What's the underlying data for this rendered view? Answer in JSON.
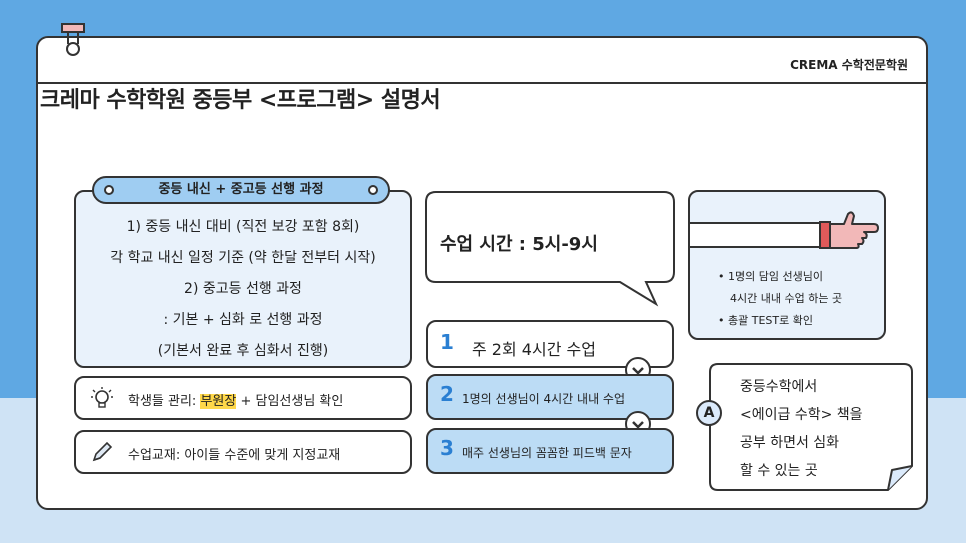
{
  "brand": "CREMA 수학전문학원",
  "title": "크레마 수학학원 중등부 <프로그램> 설명서",
  "program": {
    "pill_label": "중등 내신 + 중고등 선행 과정",
    "lines": [
      "1) 중등 내신 대비 (직전 보강 포함 8회)",
      "각 학교 내신 일정 기준 (약 한달 전부터 시작)",
      "2) 중고등 선행 과정",
      ": 기본 + 심화 로 선행 과정",
      "(기본서 완료 후 심화서 진행)"
    ]
  },
  "management": {
    "prefix": "학생들 관리: ",
    "highlight": "부원장",
    "suffix": " + 담임선생님 확인"
  },
  "textbook": "수업교재: 아이들 수준에 맞게 지정교재",
  "class_time": "수업 시간 : 5시-9시",
  "steps": [
    {
      "num": "1",
      "text": "주 2회 4시간 수업"
    },
    {
      "num": "2",
      "text": "1명의 선생님이 4시간 내내 수업"
    },
    {
      "num": "3",
      "text": "매주 선생님의 꼼꼼한 피드백 문자"
    }
  ],
  "side_notes": {
    "bullet1_line1": "1명의 담임 선생님이",
    "bullet1_line2": "4시간 내내 수업 하는 곳",
    "bullet2": "총괄 TEST로 확인"
  },
  "answer": {
    "badge": "A",
    "lines": [
      "중등수학에서",
      "<에이급 수학> 책을",
      "공부 하면서 심화",
      "할 수 있는 곳"
    ]
  },
  "colors": {
    "background_blue": "#5fa8e3",
    "light_blue": "#cfe3f5",
    "pill_blue": "#9fcdf2",
    "number_blue": "#2a7fd2",
    "highlight_yellow": "#ffd84a",
    "hand_pink": "#f2b8b8",
    "hand_red": "#e05a5a"
  },
  "icons": [
    "binder-clip-icon",
    "lightbulb-icon",
    "pencil-icon",
    "pointing-hand-icon",
    "chevron-down-icon"
  ]
}
